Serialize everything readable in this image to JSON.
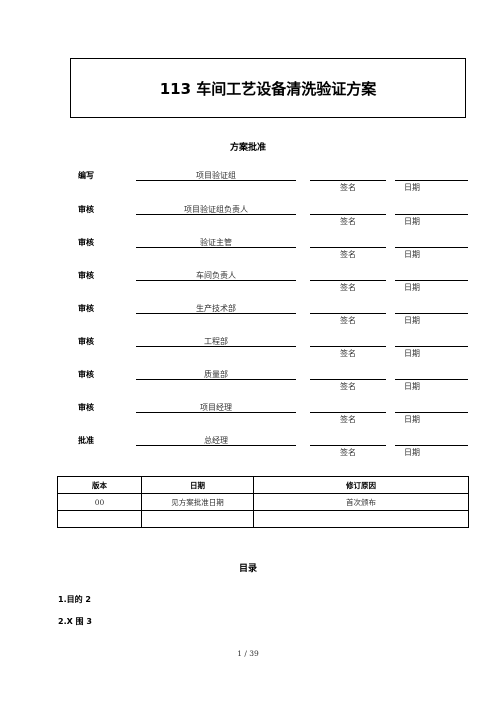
{
  "document": {
    "title": "113 车间工艺设备清洗验证方案",
    "approval_heading": "方案批准",
    "signature_label": "签名",
    "date_label": "日期",
    "approvals": [
      {
        "role": "编写",
        "party": "项目验证组"
      },
      {
        "role": "审核",
        "party": "项目验证组负责人"
      },
      {
        "role": "审核",
        "party": "验证主管"
      },
      {
        "role": "审核",
        "party": "车间负责人"
      },
      {
        "role": "审核",
        "party": "生产技术部"
      },
      {
        "role": "审核",
        "party": "工程部"
      },
      {
        "role": "审核",
        "party": "质量部"
      },
      {
        "role": "审核",
        "party": "项目经理"
      },
      {
        "role": "批准",
        "party": "总经理"
      }
    ],
    "revision_table": {
      "headers": [
        "版本",
        "日期",
        "修订原因"
      ],
      "rows": [
        [
          "00",
          "见方案批准日期",
          "首次颁布"
        ],
        [
          "",
          "",
          ""
        ]
      ]
    },
    "toc_heading": "目录",
    "toc_items": [
      "1.目的 2",
      "2.X 围 3"
    ],
    "page_indicator": "1 / 39"
  }
}
